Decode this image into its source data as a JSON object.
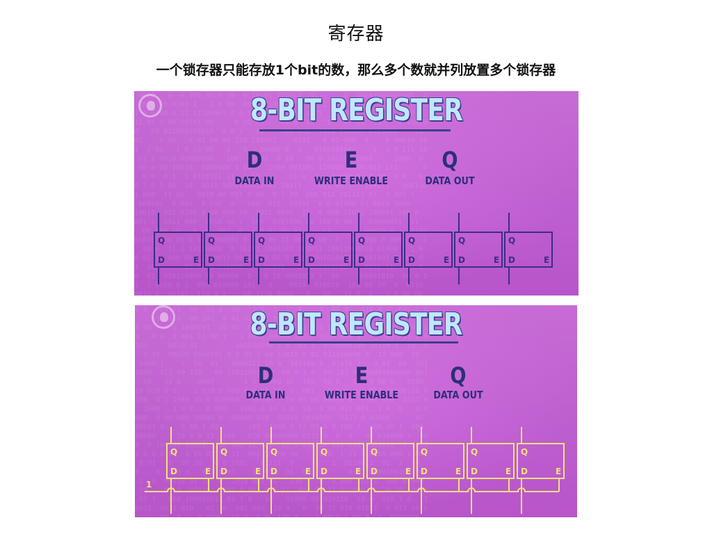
{
  "slide": {
    "title": "寄存器",
    "subtitle": "一个锁存器只能存放1个bit的数，那么多个数就并列放置多个锁存器"
  },
  "panels": [
    {
      "heading": "8-BIT REGISTER",
      "columns": [
        {
          "letter": "D",
          "caption": "DATA IN"
        },
        {
          "letter": "E",
          "caption": "WRITE ENABLE"
        },
        {
          "letter": "Q",
          "caption": "DATA OUT"
        }
      ],
      "cell": {
        "q": "Q",
        "d": "D",
        "e": "E"
      },
      "cell_count": 8,
      "box_color": "#3a2d8a",
      "line_color": "#3a2d8a",
      "enable_value": ""
    },
    {
      "heading": "8-BIT REGISTER",
      "columns": [
        {
          "letter": "D",
          "caption": "DATA IN"
        },
        {
          "letter": "E",
          "caption": "WRITE ENABLE"
        },
        {
          "letter": "Q",
          "caption": "DATA OUT"
        }
      ],
      "cell": {
        "q": "Q",
        "d": "D",
        "e": "E"
      },
      "cell_count": 8,
      "box_color": "#f1e27a",
      "line_color": "#f1e27a",
      "enable_value": "1"
    }
  ],
  "colors": {
    "panel_bg": "#c15ed0",
    "heading_fill": "#bfe6ff",
    "heading_outline": "#3a3f8f",
    "label_color": "#2c2f7a"
  },
  "icons": [
    "pbs-logo-icon"
  ]
}
